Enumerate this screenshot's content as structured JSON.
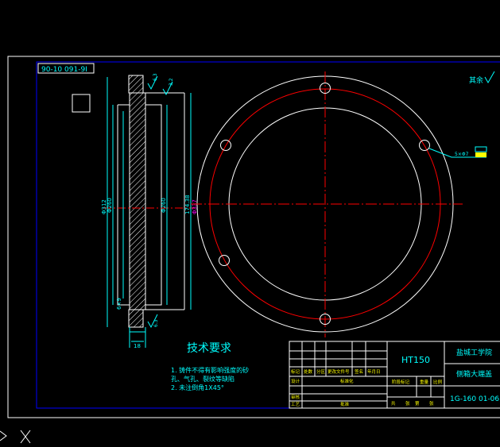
{
  "drawing_number_rotated": "90-10 091-9I",
  "title_tech": "技术要求",
  "tech_notes": [
    "1. 铸件不得有影响强度的砂",
    "孔、气孔、裂纹等缺陷",
    "2. 未注倒角1X45°"
  ],
  "material": "HT150",
  "school": "盐城工学院",
  "part_name": "侧箱大端盖",
  "drawing_number": "1G-160 01-06",
  "roughness_other": "其余",
  "dims": {
    "d1": "Φ312",
    "d2": "Φ260",
    "d3": "Φ260",
    "d4": "174.38",
    "d5": "Φ337",
    "thickness": "18",
    "chamfer": "6×9",
    "r1": "6.3",
    "r2": "3.2",
    "r3": "6.3",
    "tol": "5×Φ7"
  },
  "title_block": {
    "r1": [
      "标记",
      "处数",
      "分区",
      "更改文件号",
      "签名",
      "年月日"
    ],
    "r2": [
      "设计",
      "标准化"
    ],
    "r3": [
      "阶段标记",
      "重量",
      "比例"
    ],
    "r4": [
      "审核"
    ],
    "r5": [
      "工艺",
      "批准"
    ],
    "r6": [
      "共",
      "张",
      "第",
      "张"
    ]
  },
  "colors": {
    "frame": "#ffffff",
    "inner_border": "#0000ff",
    "dimension": "#00ffff",
    "center_line": "#ff0000",
    "hatch": "#ffffff",
    "text": "#00ffff"
  }
}
